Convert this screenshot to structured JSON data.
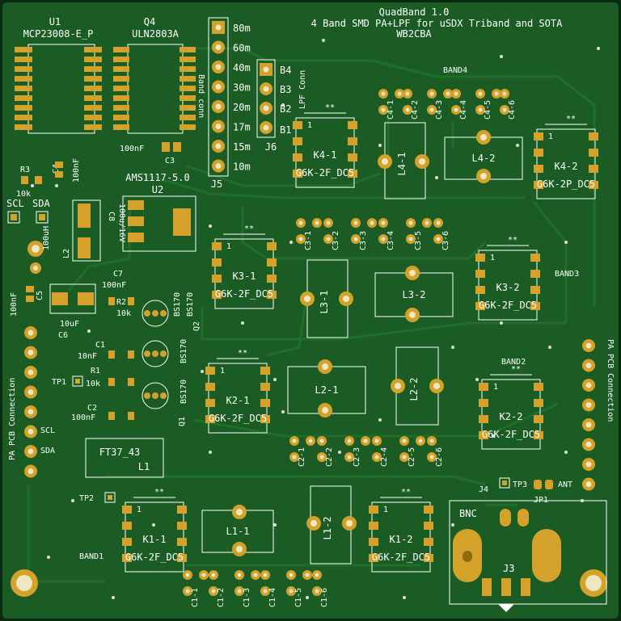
{
  "colors": {
    "board": "#1a5c24",
    "trace": "#1f6e2a",
    "pad": "#d4a12a",
    "silk": "#ffffff"
  },
  "title": {
    "line1": "QuadBand 1.0",
    "line2": "4 Band SMD PA+LPF for uSDX Triband and SOTA",
    "line3": "WB2CBA"
  },
  "ics": {
    "u1_ref": "U1",
    "u1_part": "MCP23008-E_P",
    "q4_ref": "Q4",
    "q4_part": "ULN2803A",
    "u2_part": "AMS1117-5.0",
    "u2_ref": "U2"
  },
  "band_conn": {
    "label": "Band conn",
    "ref": "J5",
    "labels": [
      "80m",
      "60m",
      "40m",
      "30m",
      "20m",
      "17m",
      "15m",
      "10m"
    ]
  },
  "lpf_conn": {
    "label": "LPF Conn",
    "ref": "J6",
    "labels": [
      "B4",
      "B3",
      "B2",
      "B1"
    ]
  },
  "passives": {
    "c3_val": "100nF",
    "c3_ref": "C3",
    "r3_ref": "R3",
    "r3_val": "10k",
    "c4_ref": "C4",
    "c4_val": "100nF",
    "scl": "SCL",
    "sda": "SDA",
    "c8_ref": "C8",
    "c8_val": "100u/16V",
    "l2_val": "100uH",
    "l2_ref": "L2",
    "c7_ref": "C7",
    "c7_val": "100nF",
    "c5_val": "100nF",
    "c5_ref": "C5",
    "c6_val": "10uF",
    "c6_ref": "C6",
    "r2_ref": "R2",
    "r2_val": "10k",
    "c1_ref": "C1",
    "c1_val": "10nF",
    "r1_ref": "R1",
    "r1_val": "10k",
    "c2_ref": "C2",
    "c2_val": "100nF",
    "tp1": "TP1",
    "tp2": "TP2",
    "tp3": "TP3",
    "q1": "Q1",
    "q2": "Q2",
    "bs170": "BS170",
    "ft37": "FT37_43",
    "l1": "L1"
  },
  "pa_conn": {
    "left": "PA PCB Connection",
    "right": "PA PCB Connection",
    "scl": "SCL",
    "sda": "SDA"
  },
  "bands": {
    "band1": "BAND1",
    "band2": "BAND2",
    "band3": "BAND3",
    "band4": "BAND4"
  },
  "relays": {
    "part": "G6K-2F_DC5",
    "part_alt": "G6K-2P_DC5",
    "pin1": "1",
    "stars": "**",
    "k11": "K1-1",
    "k12": "K1-2",
    "k21": "K2-1",
    "k22": "K2-2",
    "k31": "K3-1",
    "k32": "K3-2",
    "k41": "K4-1",
    "k42": "K4-2"
  },
  "inductors": {
    "l11": "L1-1",
    "l12": "L1-2",
    "l21": "L2-1",
    "l22": "L2-2",
    "l31": "L3-1",
    "l32": "L3-2",
    "l41": "L4-1",
    "l42": "L4-2"
  },
  "caps_c1": [
    "C1-1",
    "C1-2",
    "C1-3",
    "C1-4",
    "C1-5",
    "C1-6"
  ],
  "caps_c2": [
    "C2-1",
    "C2-2",
    "C2-3",
    "C2-4",
    "C2-5",
    "C2-6"
  ],
  "caps_c3": [
    "C3-1",
    "C3-2",
    "C3-3",
    "C3-4",
    "C3-5",
    "C3-6"
  ],
  "caps_c4": [
    "C4-1",
    "C4-2",
    "C4-3",
    "C4-4",
    "C4-5",
    "C4-6"
  ],
  "antenna": {
    "j4": "J4",
    "bnc": "BNC",
    "j3": "J3",
    "jp1": "JP1",
    "ant": "ANT"
  }
}
